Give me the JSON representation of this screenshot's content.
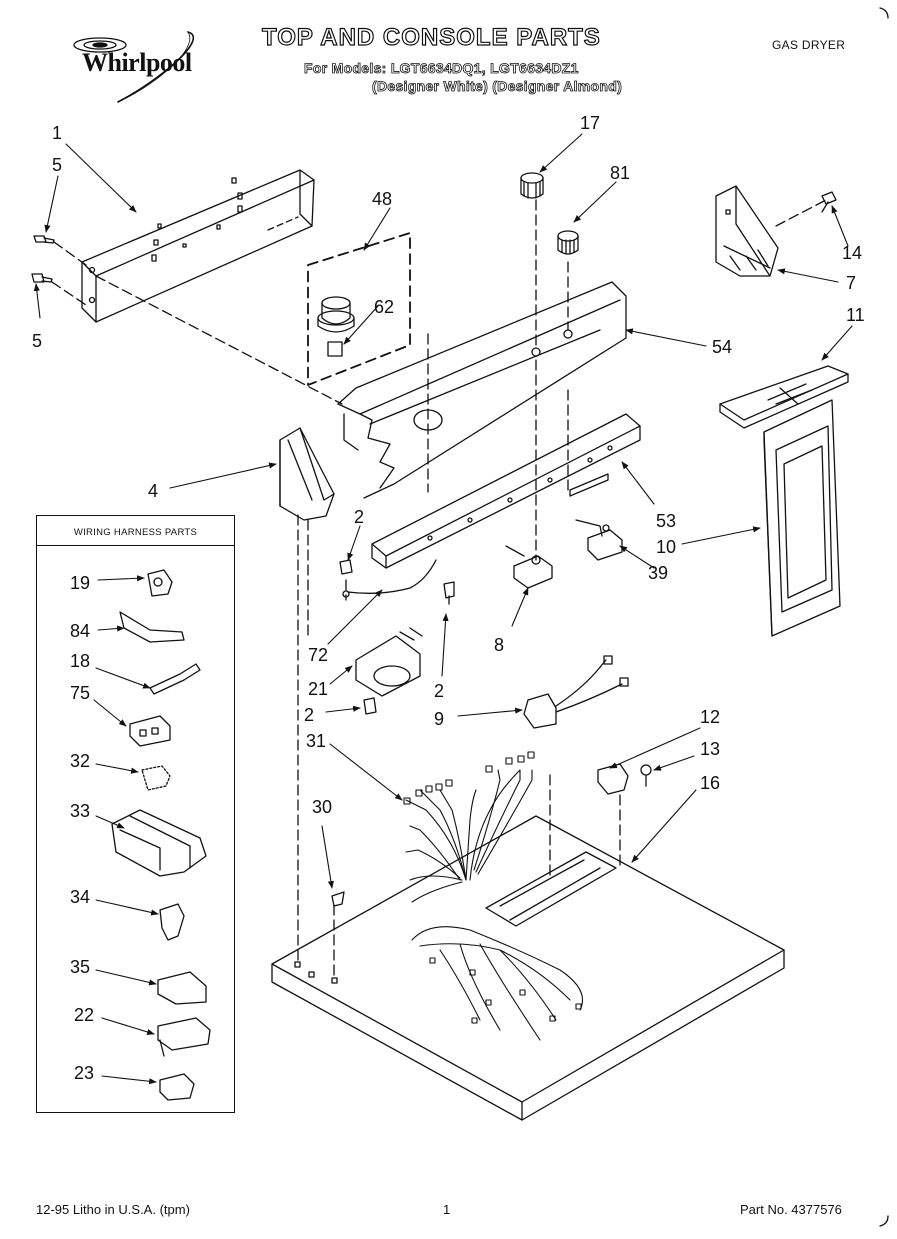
{
  "header": {
    "brand": "Whirlpool",
    "title": "TOP AND CONSOLE PARTS",
    "models_line": "For Models: LGT6634DQ1, LGT6634DZ1",
    "variants_line": "(Designer White)  (Designer Almond)",
    "dryer_type": "GAS DRYER"
  },
  "harness_box": {
    "title": "WIRING HARNESS PARTS"
  },
  "callouts": {
    "c1": "1",
    "c5a": "5",
    "c5b": "5",
    "c48": "48",
    "c62": "62",
    "c17": "17",
    "c81": "81",
    "c14": "14",
    "c7": "7",
    "c11": "11",
    "c54": "54",
    "c4": "4",
    "c53": "53",
    "c10": "10",
    "c2a": "2",
    "c39": "39",
    "c72": "72",
    "c8": "8",
    "c21": "21",
    "c2b": "2",
    "c2c": "2",
    "c9": "9",
    "c31": "31",
    "c12": "12",
    "c13": "13",
    "c16": "16",
    "c30": "30",
    "h19": "19",
    "h84": "84",
    "h18": "18",
    "h75": "75",
    "h32": "32",
    "h33": "33",
    "h34": "34",
    "h35": "35",
    "h22": "22",
    "h23": "23"
  },
  "footer": {
    "litho": "12-95 Litho in U.S.A. (tpm)",
    "page": "1",
    "part_no": "Part No. 4377576"
  }
}
